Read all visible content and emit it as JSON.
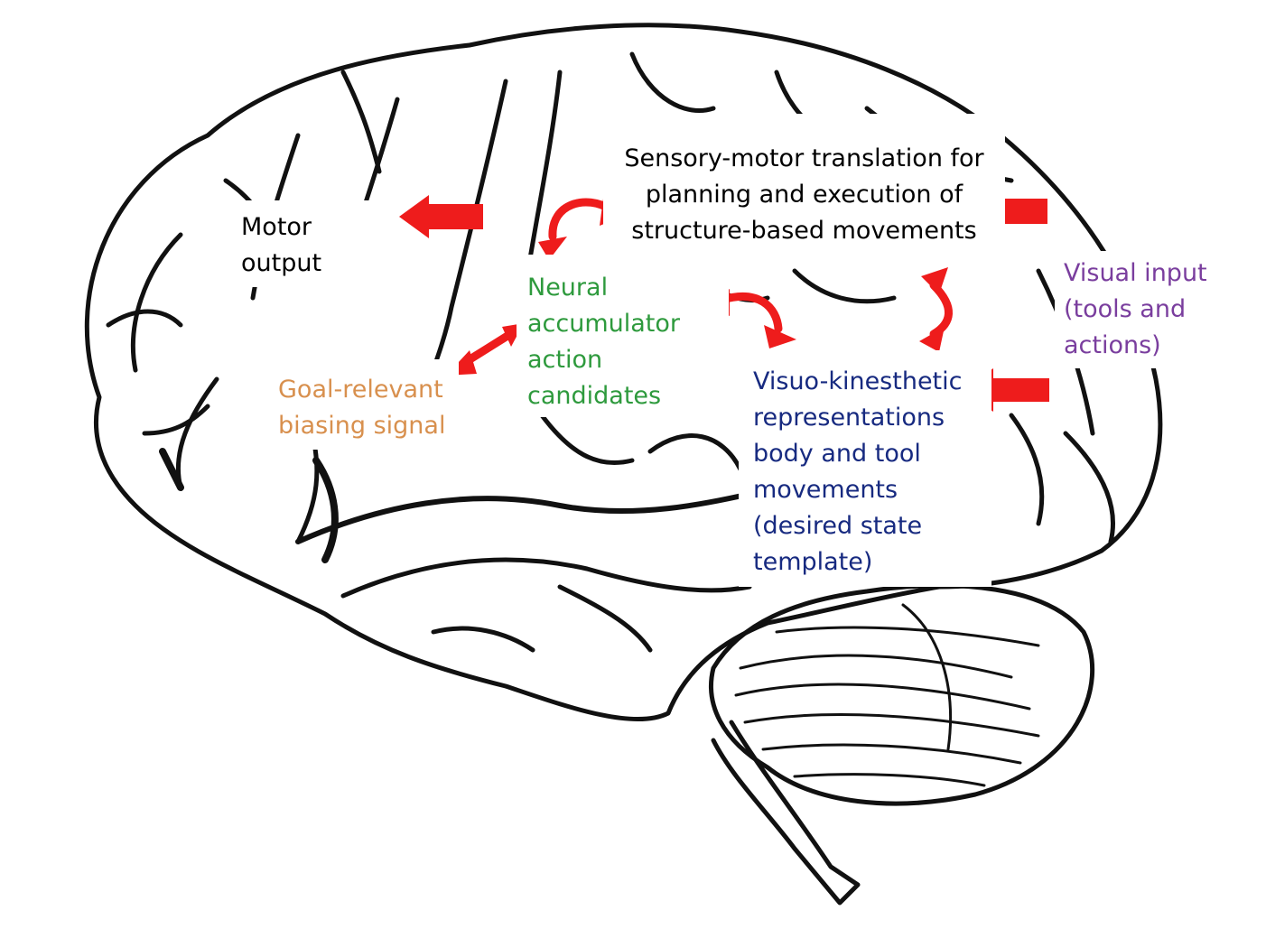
{
  "colors": {
    "arrow": "#ee1c1c",
    "outline": "#111111",
    "sensory": "#000000",
    "motor": "#000000",
    "neural": "#2e9a3d",
    "goal": "#d8904e",
    "visuo": "#172a80",
    "visual": "#7a3e9e"
  },
  "labels": {
    "sensory": {
      "lines": [
        "Sensory-motor translation for",
        "planning and execution of",
        "structure-based movements"
      ]
    },
    "motor": {
      "lines": [
        "Motor",
        "output"
      ]
    },
    "neural": {
      "lines": [
        "Neural",
        "accumulator",
        "action",
        "candidates"
      ]
    },
    "goal": {
      "lines": [
        "Goal-relevant",
        "biasing signal"
      ]
    },
    "visuo": {
      "lines": [
        "Visuo-kinesthetic",
        "representations",
        "body and tool",
        "movements",
        "(desired state",
        "template)"
      ]
    },
    "visual": {
      "lines": [
        "Visual input",
        "(tools and",
        "actions)"
      ]
    }
  },
  "icons": {
    "background": "brain-lateral-view-illustration",
    "arrows": "red-block-arrow"
  }
}
